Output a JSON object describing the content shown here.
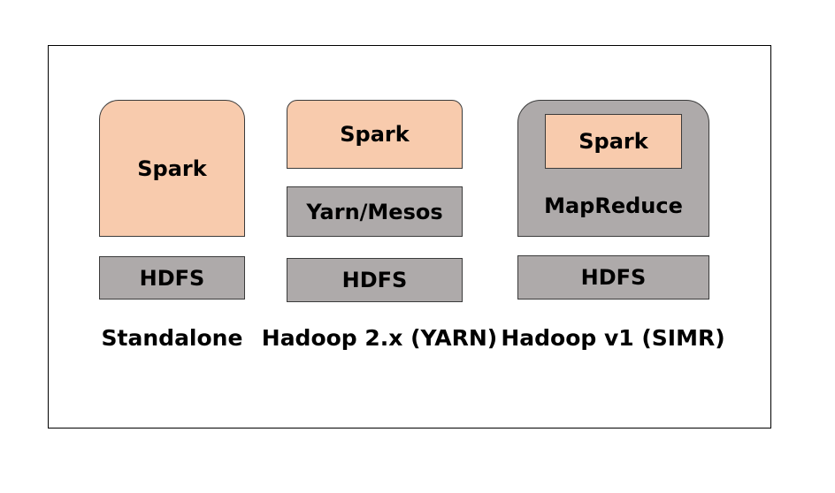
{
  "columns": [
    {
      "spark": "Spark",
      "hdfs": "HDFS",
      "caption": "Standalone"
    },
    {
      "spark": "Spark",
      "middle": "Yarn/Mesos",
      "hdfs": "HDFS",
      "caption": "Hadoop 2.x (YARN)"
    },
    {
      "spark": "Spark",
      "container": "MapReduce",
      "hdfs": "HDFS",
      "caption": "Hadoop v1 (SIMR)"
    }
  ],
  "colors": {
    "spark_fill": "#f8cbad",
    "gray_fill": "#aeaaaa",
    "border": "#3b3b3b"
  }
}
